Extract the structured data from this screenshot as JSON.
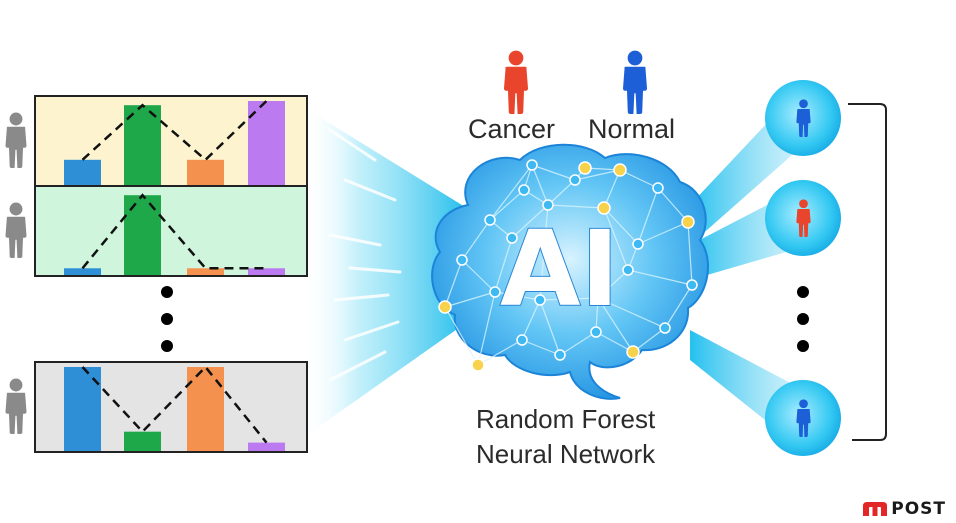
{
  "legend": {
    "cancer_label": "Cancer",
    "normal_label": "Normal"
  },
  "center": {
    "ai_text": "AI",
    "caption_line1": "Random Forest",
    "caption_line2": "Neural Network"
  },
  "logo": {
    "text": "POST"
  },
  "colors": {
    "cancer": "#e8452c",
    "normal": "#1d5fd6",
    "person_gray": "#8a8a8a",
    "bar_blue": "#2f8fd6",
    "bar_green": "#1fa84a",
    "bar_orange": "#f4914f",
    "bar_purple": "#bc7af0",
    "panel1_bg": "#fdf3cf",
    "panel2_bg": "#cff6dc",
    "panel3_bg": "#e4e4e4",
    "beam": "#2bc5ee",
    "logo_red": "#e32626"
  },
  "icons": {
    "legend_cancer": "person-icon",
    "legend_normal": "person-icon",
    "bracket": "bracket-icon",
    "brain": "brain-network-icon",
    "ellipsis": "vertical-ellipsis-icon"
  },
  "profiles": [
    {
      "values": [
        0.3,
        0.95,
        0.3,
        1.0
      ]
    },
    {
      "values": [
        0.08,
        0.95,
        0.08,
        0.08
      ]
    },
    {
      "values": [
        1.0,
        0.23,
        1.0,
        0.1
      ]
    }
  ],
  "outputs": [
    {
      "class": "normal"
    },
    {
      "class": "cancer"
    },
    {
      "class": "normal"
    }
  ]
}
